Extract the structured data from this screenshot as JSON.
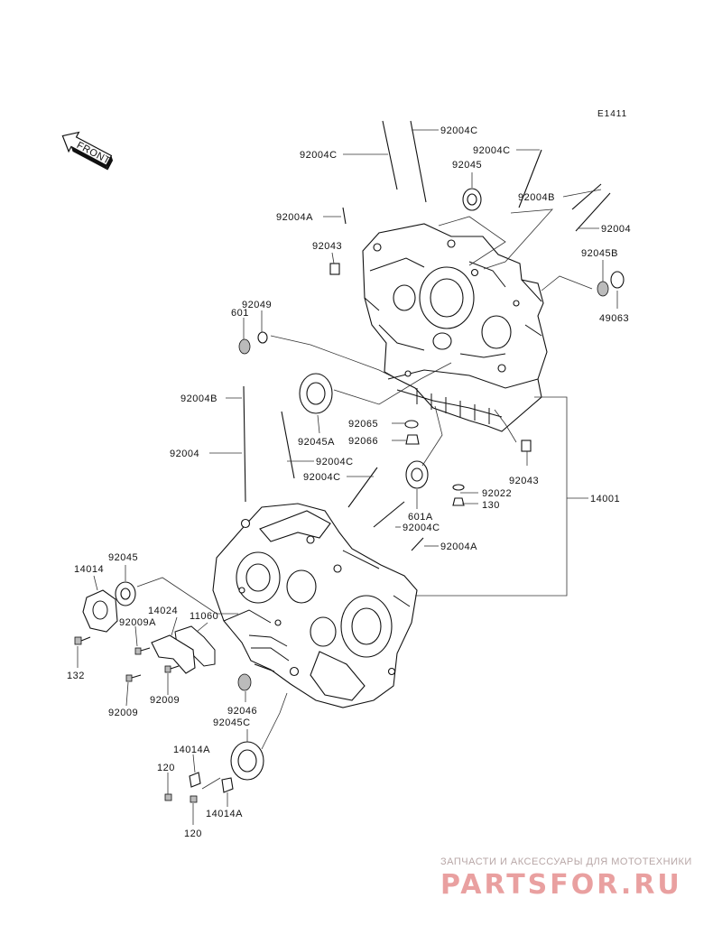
{
  "diagram": {
    "code": "E1411",
    "front_label": "FRONT",
    "labels": [
      "92004C",
      "92004C",
      "92004C",
      "92045",
      "92004B",
      "92004A",
      "92004",
      "92043",
      "92045B",
      "49063",
      "92049",
      "601",
      "92004B",
      "92065",
      "92066",
      "92045A",
      "92004",
      "92004C",
      "92004C",
      "92043",
      "601A",
      "92022",
      "130",
      "14001",
      "92004C",
      "92004A",
      "92045",
      "14014",
      "14024",
      "11060",
      "92009A",
      "132",
      "92009",
      "92009",
      "92046",
      "92045C",
      "14014A",
      "120",
      "14014A",
      "120"
    ]
  },
  "watermark": {
    "subtitle": "ЗАПЧАСТИ И АКСЕССУАРЫ ДЛЯ МОТОТЕХНИКИ",
    "brand": "PARTSFOR.RU"
  }
}
